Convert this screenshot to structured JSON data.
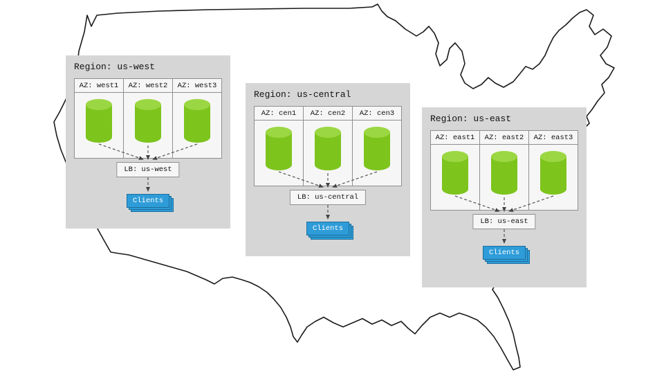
{
  "diagram": {
    "map": "contiguous-united-states-outline",
    "colors": {
      "region_background": "#d6d6d6",
      "panel_background": "#f6f6f6",
      "cylinder_body": "#7dc41d",
      "cylinder_top": "#9bd742",
      "clients_fill": "#2e9cd8",
      "clients_border": "#1b6f9e",
      "connector": "#555555",
      "map_outline": "#1a1a1a"
    },
    "regions": [
      {
        "title": "Region: us-west",
        "azs": [
          "AZ: west1",
          "AZ: west2",
          "AZ: west3"
        ],
        "lb": "LB: us-west",
        "clients": "Clients"
      },
      {
        "title": "Region: us-central",
        "azs": [
          "AZ: cen1",
          "AZ: cen2",
          "AZ: cen3"
        ],
        "lb": "LB: us-central",
        "clients": "Clients"
      },
      {
        "title": "Region: us-east",
        "azs": [
          "AZ: east1",
          "AZ: east2",
          "AZ: east3"
        ],
        "lb": "LB: us-east",
        "clients": "Clients"
      }
    ]
  }
}
